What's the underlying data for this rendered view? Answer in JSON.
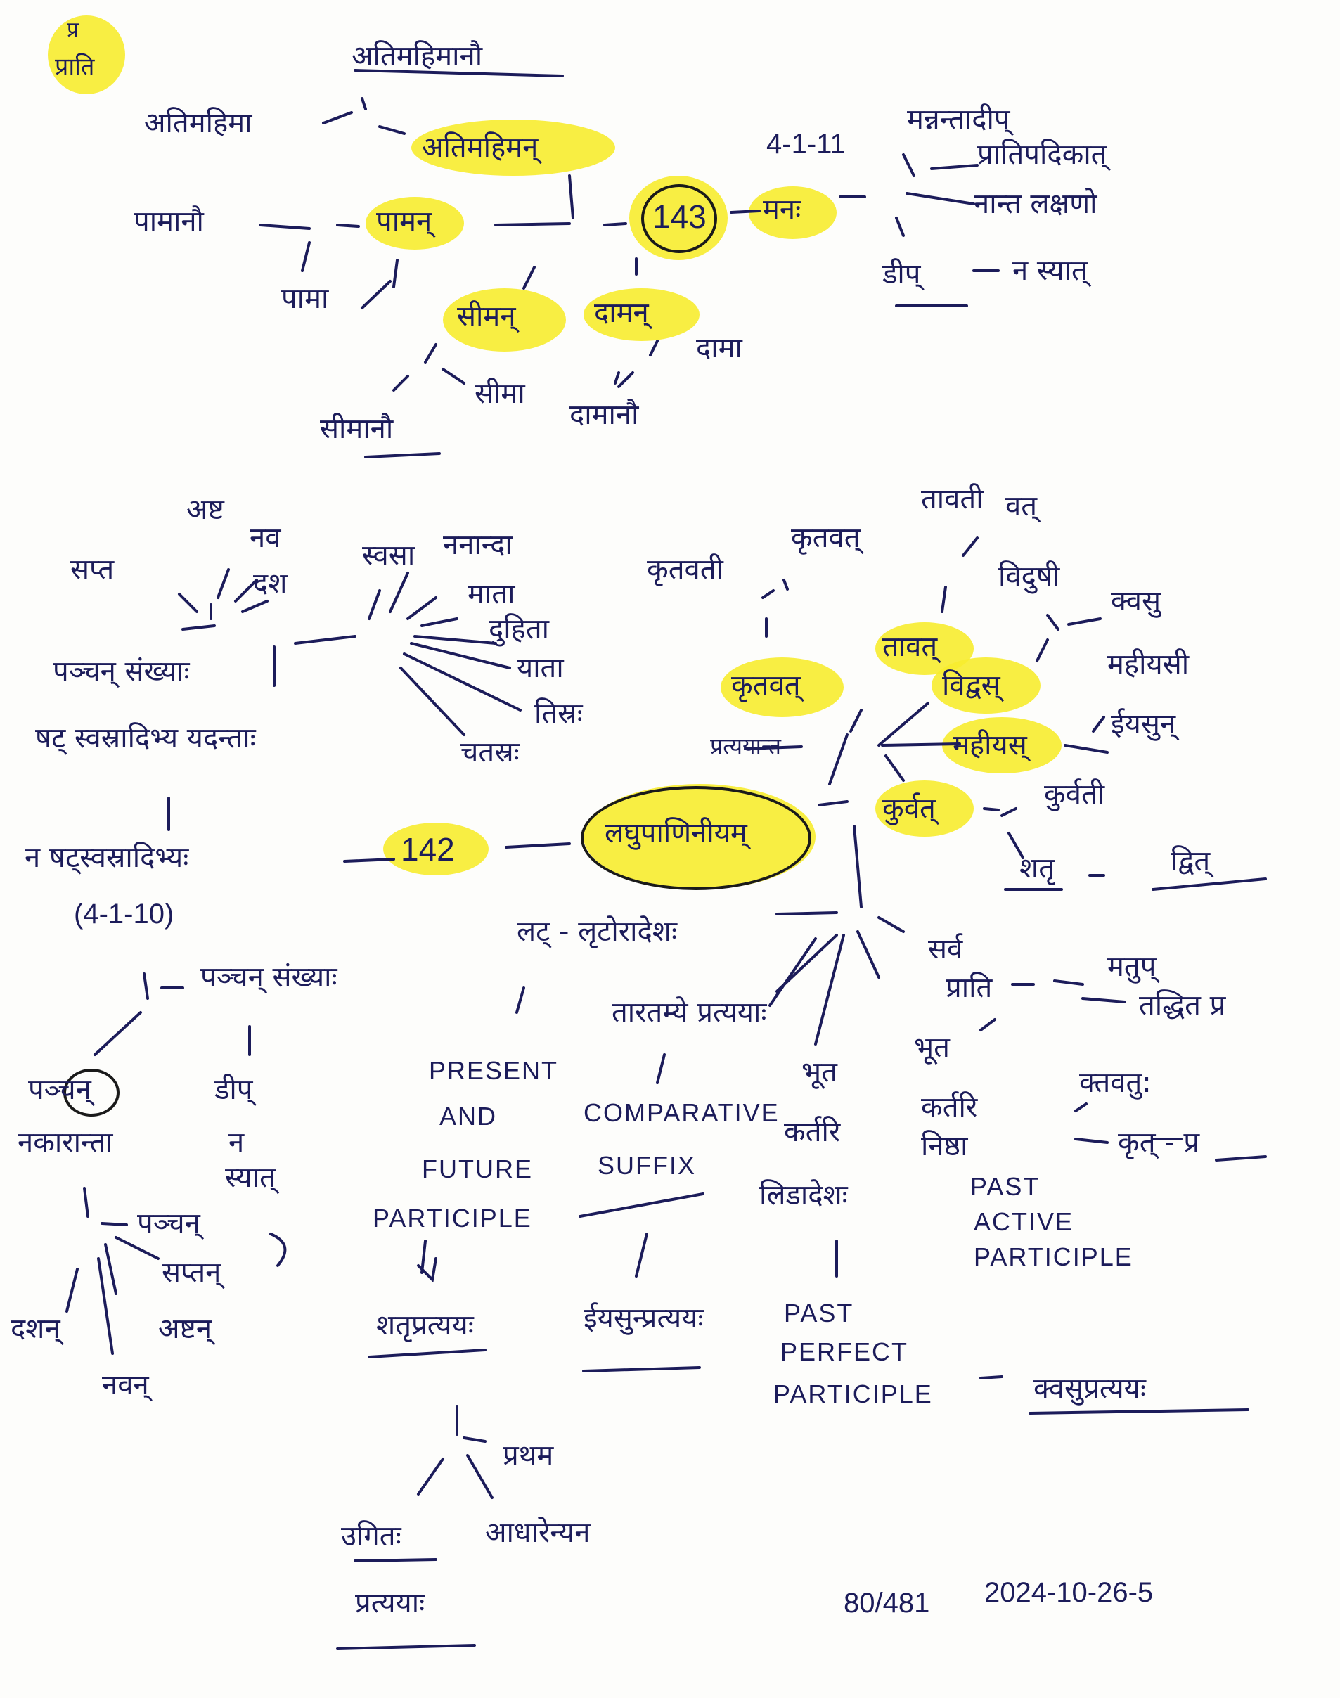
{
  "corner_note": {
    "line1": "प्र",
    "line2": "प्राति"
  },
  "top": {
    "center_number": "143",
    "rule": "4-1-11",
    "manah": "मनः",
    "hub_right": {
      "item1": "मन्नन्तादीप्",
      "item2": "प्रातिपदिकात्",
      "item3": "नान्त लक्षणो",
      "dip": "डीप्",
      "na_syat": "न स्यात्"
    },
    "atimahiman_top": "अतिमहिमानौ",
    "atimahima": "अतिमहिमा",
    "atimahiman": "अतिमहिमन्",
    "pamanau": "पामानौ",
    "paman": "पामन्",
    "pama": "पामा",
    "siman": "सीमन्",
    "daman": "दामन्",
    "dama": "दामा",
    "sima": "सीमा",
    "simanau": "सीमानौ",
    "damanau": "दामानौ"
  },
  "middle": {
    "center": "लघुपाणिनीयम्",
    "number": "142",
    "na_shat": "न षट्स्वस्रादिभ्यः",
    "rule": "(4-1-10)",
    "pancha_sankhya": "पञ्चन् संख्याः",
    "sat_svasradibhya": "षट् स्वस्रादिभ्य यदन्ताः",
    "sat_group": [
      "अष्ट",
      "सप्त",
      "नव",
      "दश"
    ],
    "svasradi": [
      "स्वसा",
      "ननान्दा",
      "माता",
      "दुहिता",
      "याता",
      "तिस्रः",
      "चतस्रः"
    ],
    "krtavat": "कृतवत्",
    "krtavati": "कृतवती",
    "krtavat_top": "कृतवत्",
    "pratyaya": "प्रत्ययान्त",
    "tavat": "तावत्",
    "tavati": "तावती",
    "vat": "वत्",
    "vidvas": "विद्वस्",
    "vidusi": "विदुषी",
    "kvasu": "क्वसु",
    "mahiyas": "महीयस्",
    "mahiyasi": "महीयसी",
    "iyasun": "ईयसुन्",
    "kurvat": "कुर्वत्",
    "kurvati": "कुर्वती",
    "satr": "शतृ",
    "dvit": "द्वित्",
    "lat_lrt": "लट् - लृटोरादेशः",
    "tarap": "तारतम्ये प्रत्ययाः",
    "sarva_prati": {
      "l1": "सर्व",
      "l2": "प्राति"
    },
    "matup": "मतुप्",
    "taddhita": "तद्धित प्र",
    "bhuta_kartari1": {
      "l1": "भूत",
      "l2": "कर्तरि"
    },
    "bhuta_kartari2": {
      "l1": "भूत",
      "l2": "कर्तरि",
      "l3": "निष्ठा"
    },
    "ktavatu": "क्तवतु:",
    "krt_pra": "कृत् - प्र",
    "lidadesha": "लिडादेशः"
  },
  "bottom": {
    "pancha": "पञ्चन्",
    "nakaranta": "नकारान्ता",
    "dip2": "डीप्",
    "na": "न",
    "syat": "स्यात्",
    "panchan": "पञ्चन्",
    "saptan": "सप्तन्",
    "dashan": "दशन्",
    "ashtan": "अष्टन्",
    "navan": "नवन्",
    "present_future": [
      "PRESENT",
      "AND",
      "FUTURE",
      "PARTICIPLE"
    ],
    "comparative": [
      "COMPARATIVE",
      "SUFFIX"
    ],
    "past_active": [
      "PAST",
      "ACTIVE",
      "PARTICIPLE"
    ],
    "past_perfect": [
      "PAST",
      "PERFECT",
      "PARTICIPLE"
    ],
    "satr_pratyaya": "शतृप्रत्ययः",
    "iyasun_pratyaya": "ईयसुन्प्रत्ययः",
    "kvasu_pratyaya": "क्वसुप्रत्ययः",
    "prathama": "प्रथम",
    "ugitah": "उगितः",
    "adhikarana": "आधारेन्यन",
    "pratyayah": "प्रत्ययाः",
    "page_count": "80/481",
    "date": "2024-10-26-5"
  }
}
